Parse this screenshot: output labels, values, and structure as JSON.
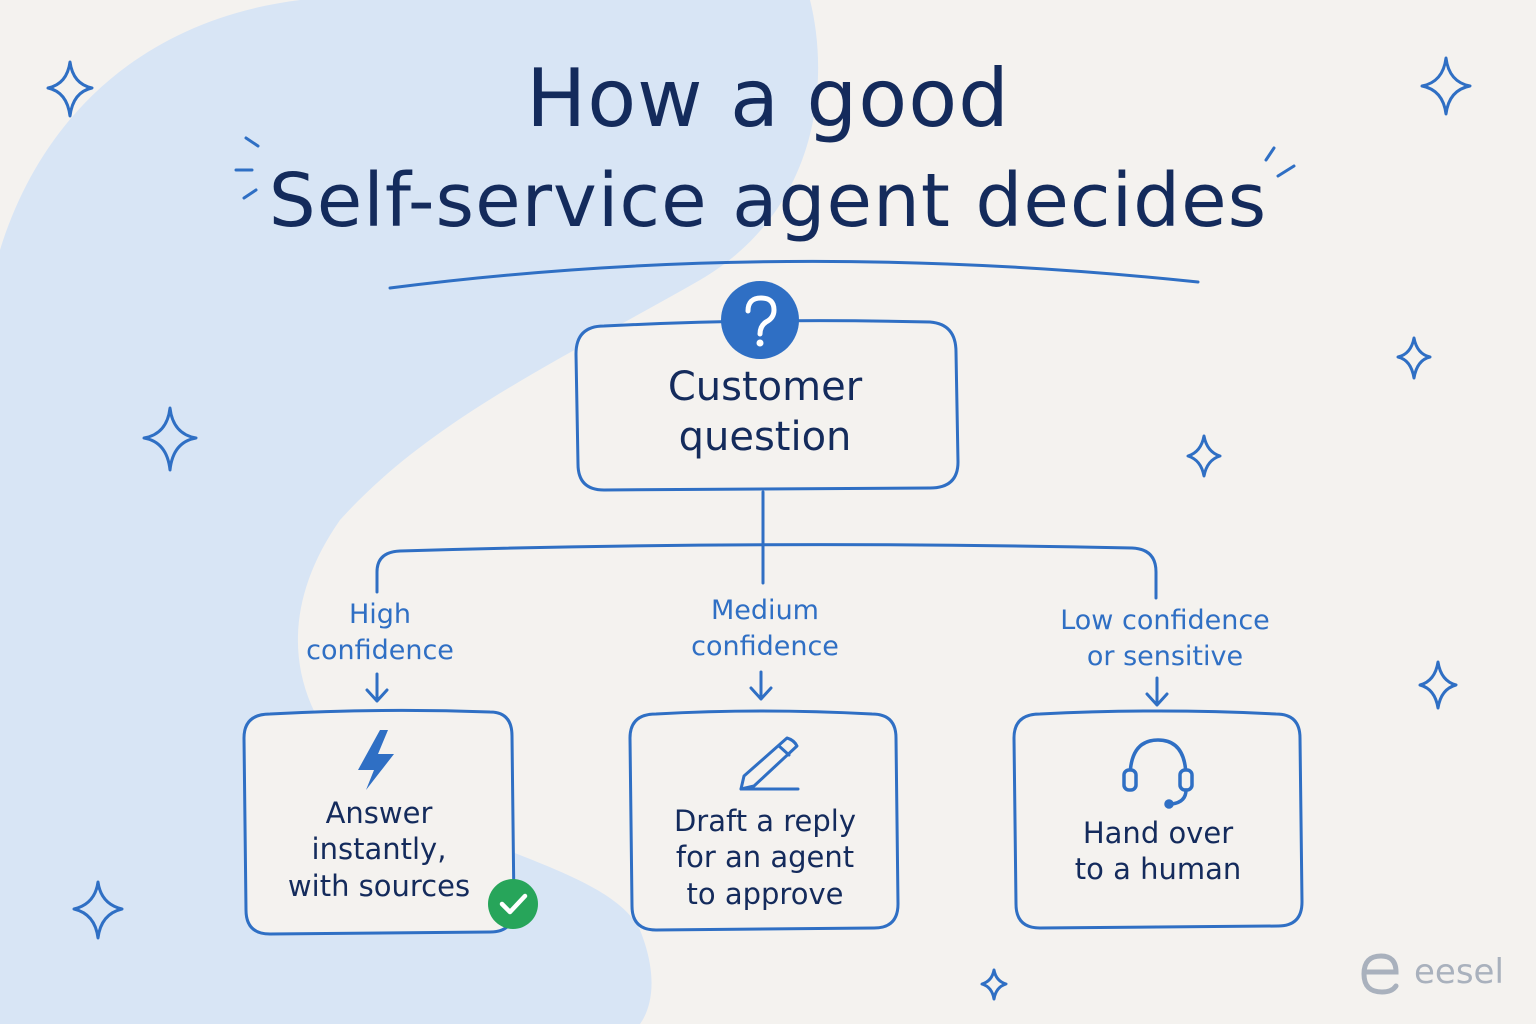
{
  "title": {
    "line1": "How a good",
    "line2": "Self-service agent decides"
  },
  "root": {
    "icon": "question-mark-icon",
    "line1": "Customer",
    "line2": "question"
  },
  "branches": [
    {
      "label_line1": "High",
      "label_line2": "confidence",
      "icon": "lightning-bolt-icon",
      "text_lines": [
        "Answer",
        "instantly,",
        "with sources"
      ],
      "badge": "checkmark-icon"
    },
    {
      "label_line1": "Medium",
      "label_line2": "confidence",
      "icon": "pencil-icon",
      "text_lines": [
        "Draft a reply",
        "for an agent",
        "to approve"
      ]
    },
    {
      "label_line1": "Low confidence",
      "label_line2": "or sensitive",
      "icon": "headset-icon",
      "text_lines": [
        "Hand over",
        "to a human"
      ]
    }
  ],
  "brand": {
    "name": "eesel",
    "icon": "eesel-logo-icon"
  },
  "colors": {
    "background": "#f4f2ef",
    "blob": "#d8e5f5",
    "ink": "#142b5c",
    "accent_blue": "#2f6fc4",
    "check_green": "#27a55a",
    "brand_gray": "#a9b1bd"
  }
}
